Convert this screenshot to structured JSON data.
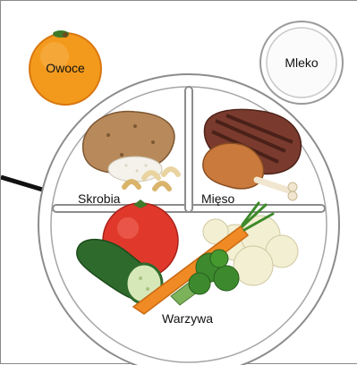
{
  "labels": {
    "fruit": "Owoce",
    "milk": "Mleko",
    "starch": "Skrobia",
    "meat": "Mięso",
    "vegetables": "Warzywa"
  },
  "colors": {
    "plate_fill": "#ffffff",
    "plate_stroke": "#8c8c8c",
    "orange": "#f39a1c",
    "orange_dark": "#d9770f",
    "leaf": "#3e7a2a",
    "pointer_line": "#111111",
    "tomato": "#e0392c",
    "cucumber": "#2e6a2c",
    "carrot": "#f08a24",
    "broccoli": "#3d8a2e",
    "cauliflower": "#f3efd2",
    "potato": "#b8895a",
    "rice": "#f4f2ea",
    "pasta": "#e9d4a0",
    "steak": "#7a3b2e",
    "chicken": "#c97a3c"
  },
  "icons": [
    "orange-icon",
    "milk-glass-icon",
    "potato-icon",
    "rice-icon",
    "pasta-icon",
    "steak-icon",
    "chicken-leg-icon",
    "tomato-icon",
    "cucumber-icon",
    "carrot-icon",
    "broccoli-icon",
    "cauliflower-icon"
  ]
}
